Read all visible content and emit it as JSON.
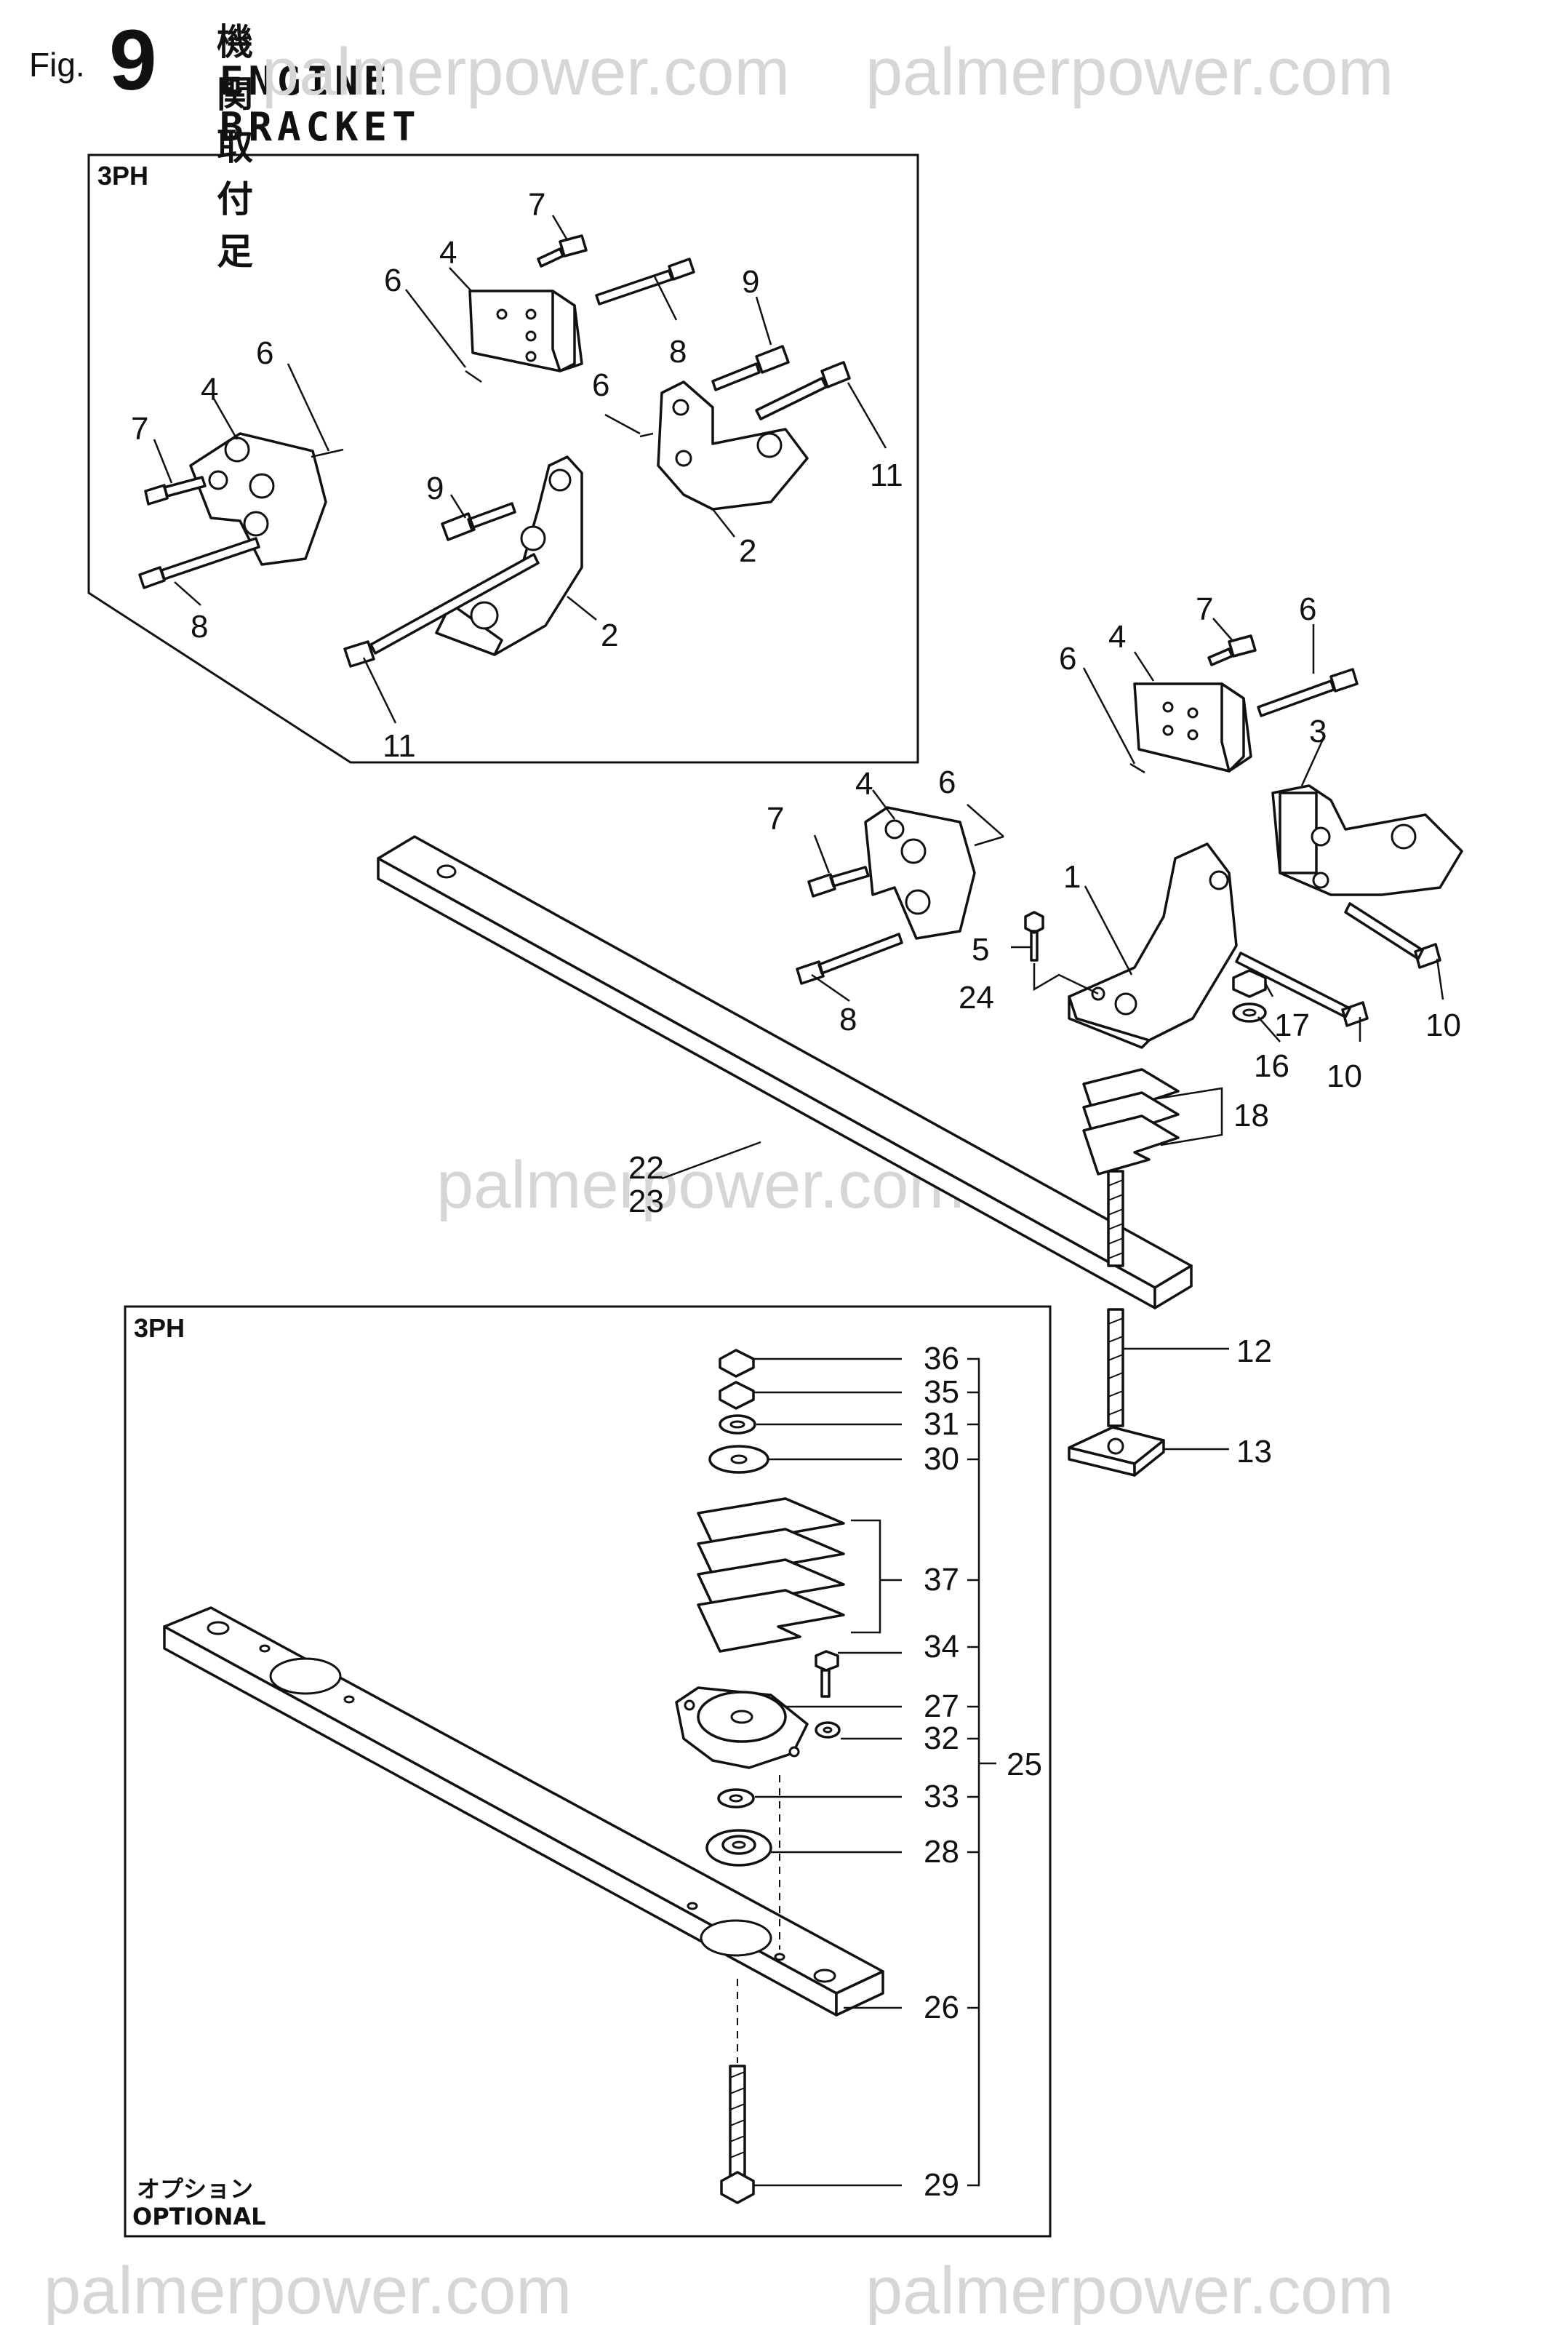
{
  "header": {
    "fig_word": "Fig.",
    "fig_number": "9",
    "title_jp": "機関取付足",
    "title_en": "ENGINE BRACKET"
  },
  "watermarks": [
    "palmerpower.com",
    "palmerpower.com",
    "palmerpower.com",
    "palmerpower.com",
    "palmerpower.com"
  ],
  "boxes": {
    "upper_3ph": "3PH",
    "lower_3ph": "3PH",
    "optional_jp": "オプション",
    "optional_en": "OPTIONAL"
  },
  "callouts": {
    "upper": [
      "7",
      "4",
      "6",
      "8",
      "9",
      "11",
      "6",
      "4",
      "7",
      "8",
      "6",
      "9",
      "2",
      "2",
      "11"
    ],
    "middle": [
      "7",
      "8",
      "6",
      "4",
      "3",
      "6",
      "4",
      "7",
      "6",
      "8",
      "1",
      "5",
      "24",
      "17",
      "16",
      "10",
      "10",
      "18",
      "22",
      "23",
      "12",
      "13"
    ],
    "lower": [
      "36",
      "35",
      "31",
      "30",
      "37",
      "34",
      "27",
      "32",
      "25",
      "33",
      "28",
      "26",
      "29"
    ]
  }
}
